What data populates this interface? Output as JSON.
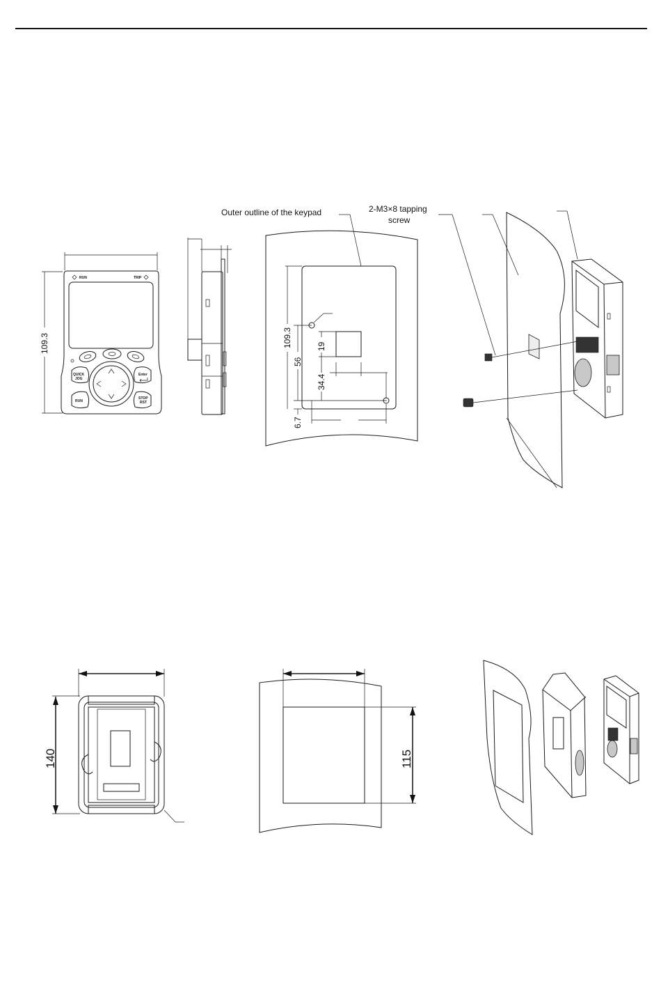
{
  "labels": {
    "keypad_outline": "Outer outline of the keypad",
    "screw_line1": "2-M3×8 tapping",
    "screw_line2": "screw"
  },
  "dimensions": {
    "keypad_height": "109.3",
    "cutout_height": "109.3",
    "hole_spacing": "56",
    "window_height": "19",
    "window_offset": "34.4",
    "bottom_offset": "6.7",
    "bracket_height": "140",
    "cutout_height_b": "115"
  },
  "keypad": {
    "run_led": "RUN",
    "trip_led": "TRIP",
    "quick_jog_line1": "QUICK",
    "quick_jog_line2": "JOG",
    "enter": "Enter",
    "run_key": "RUN",
    "stop_line1": "STOP",
    "stop_line2": "RST"
  }
}
